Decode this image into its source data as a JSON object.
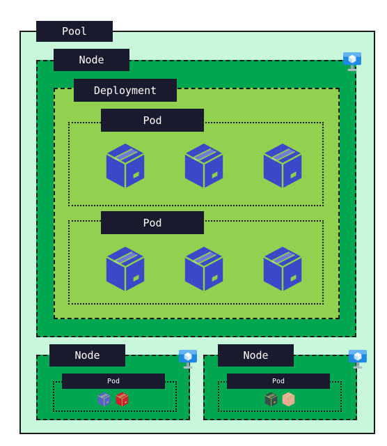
{
  "pool": {
    "label": "Pool"
  },
  "main_node": {
    "label": "Node",
    "deployment": {
      "label": "Deployment",
      "pods": [
        {
          "label": "Pod",
          "containers": 3
        },
        {
          "label": "Pod",
          "containers": 3
        }
      ]
    }
  },
  "small_nodes": [
    {
      "label": "Node",
      "pod_label": "Pod",
      "container_colors": [
        "#5b5fc7",
        "#d01f2f"
      ]
    },
    {
      "label": "Node",
      "pod_label": "Pod",
      "container_colors": [
        "#3a4a4a",
        "#f4a99a"
      ]
    }
  ],
  "colors": {
    "pool_bg": "#c8f7dc",
    "node_bg": "#00a650",
    "deployment_bg": "#92d050",
    "label_bg": "#1a1a2e",
    "container_blue": "#3b48c8",
    "vm_icon_blue": "#1e88e5"
  },
  "icons": {
    "container": "package-box-icon",
    "node": "virtual-machine-icon"
  }
}
